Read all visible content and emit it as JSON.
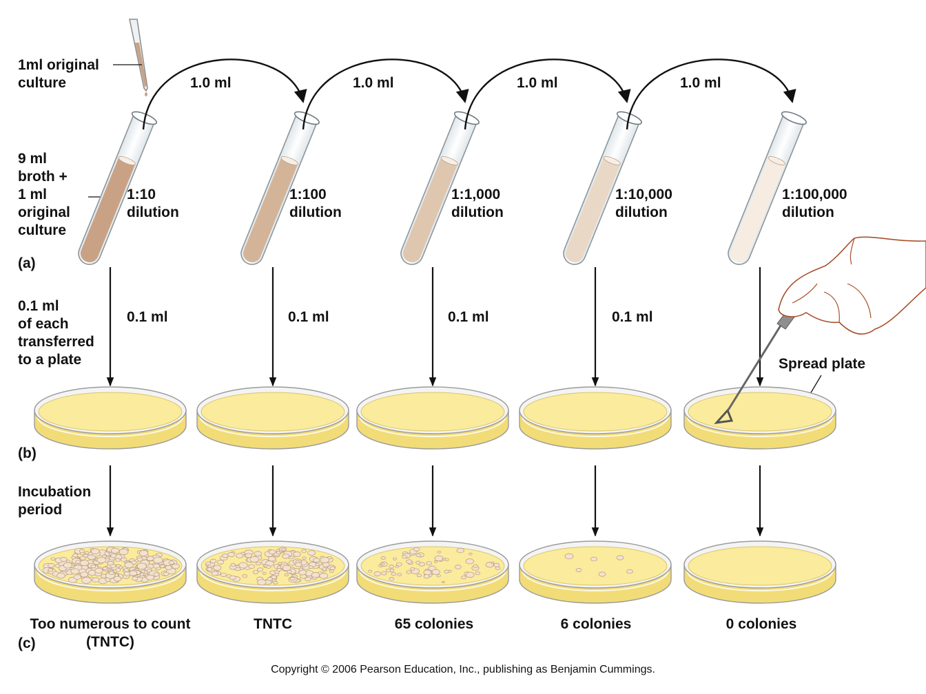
{
  "labels": {
    "original_culture": [
      "1ml original",
      "culture"
    ],
    "broth": [
      "9 ml",
      "broth +",
      "1 ml",
      "original",
      "culture"
    ],
    "transfer_volume": "1.0 ml",
    "plating_volume": "0.1 ml",
    "plating_note": [
      "0.1 ml",
      "of each",
      "transferred",
      "to a plate"
    ],
    "incubation": [
      "Incubation",
      "period"
    ],
    "spread_plate": "Spread plate",
    "section_a": "(a)",
    "section_b": "(b)",
    "section_c": "(c)"
  },
  "tubes": [
    {
      "dilution": [
        "1:10",
        "dilution"
      ],
      "color": "#c9a285"
    },
    {
      "dilution": [
        "1:100",
        "dilution"
      ],
      "color": "#d4b498"
    },
    {
      "dilution": [
        "1:1,000",
        "dilution"
      ],
      "color": "#dfc6ae"
    },
    {
      "dilution": [
        "1:10,000",
        "dilution"
      ],
      "color": "#ead8c6"
    },
    {
      "dilution": [
        "1:100,000",
        "dilution"
      ],
      "color": "#f6ece2"
    }
  ],
  "results": [
    {
      "caption": [
        "Too numerous to count",
        "(TNTC)"
      ],
      "density": "very-high"
    },
    {
      "caption": [
        "TNTC"
      ],
      "density": "high"
    },
    {
      "caption": [
        "65 colonies"
      ],
      "density": "medium"
    },
    {
      "caption": [
        "6 colonies"
      ],
      "density": "low"
    },
    {
      "caption": [
        "0 colonies"
      ],
      "density": "none"
    }
  ],
  "colors": {
    "agar": "#fbeb9c",
    "agar_dark": "#f2dc78",
    "plate_rim": "#c9c9c9",
    "colony": "#f2e2cf",
    "colony_edge": "#b89a7c",
    "arrow": "#111111"
  },
  "copyright": "Copyright © 2006 Pearson Education, Inc., publishing as Benjamin Cummings."
}
